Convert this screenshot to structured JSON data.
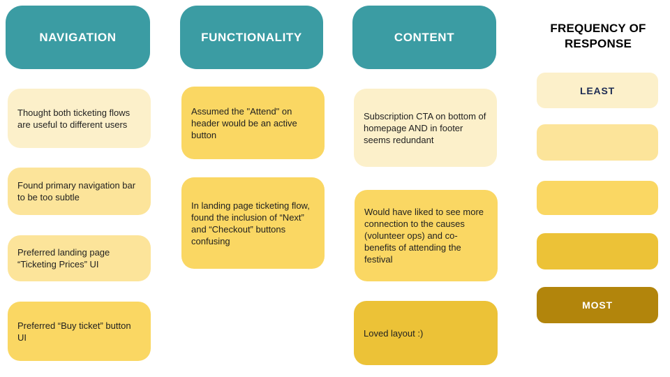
{
  "board": {
    "columns": [
      {
        "header": "NAVIGATION",
        "notes": [
          {
            "text": "Thought both ticketing flows are useful to different users",
            "frequency_level": 1
          },
          {
            "text": "Found primary navigation bar to be too subtle",
            "frequency_level": 2
          },
          {
            "text": "Preferred landing page “Ticketing Prices” UI",
            "frequency_level": 2
          },
          {
            "text": "Preferred “Buy ticket” button UI",
            "frequency_level": 3
          }
        ]
      },
      {
        "header": "FUNCTIONALITY",
        "notes": [
          {
            "text": "Assumed the \"Attend\" on header would be an active button",
            "frequency_level": 3
          },
          {
            "text": "In landing page ticketing flow, found the inclusion of “Next” and “Checkout” buttons confusing",
            "frequency_level": 3
          }
        ]
      },
      {
        "header": "CONTENT",
        "notes": [
          {
            "text": "Subscription CTA on bottom of homepage AND in footer seems redundant",
            "frequency_level": 1
          },
          {
            "text": "Would have liked to see more connection to the causes (volunteer ops) and co- benefits of attending the festival",
            "frequency_level": 3
          },
          {
            "text": "Loved layout :)",
            "frequency_level": 4
          }
        ]
      }
    ]
  },
  "legend": {
    "title": "FREQUENCY OF RESPONSE",
    "items": [
      {
        "label": "LEAST",
        "level": 1
      },
      {
        "label": "",
        "level": 2
      },
      {
        "label": "",
        "level": 3
      },
      {
        "label": "",
        "level": 4
      },
      {
        "label": "MOST",
        "level": 5
      }
    ]
  },
  "colors": {
    "header_teal": "#3B9CA3",
    "level_1": "#FCF0CA",
    "level_2": "#FCE49A",
    "level_3": "#FAD763",
    "level_4": "#ECC237",
    "level_5": "#B2850C",
    "note_text": "#1F1F1F",
    "least_label_text": "#1D2B53",
    "most_label_text": "#FFFFFF"
  }
}
